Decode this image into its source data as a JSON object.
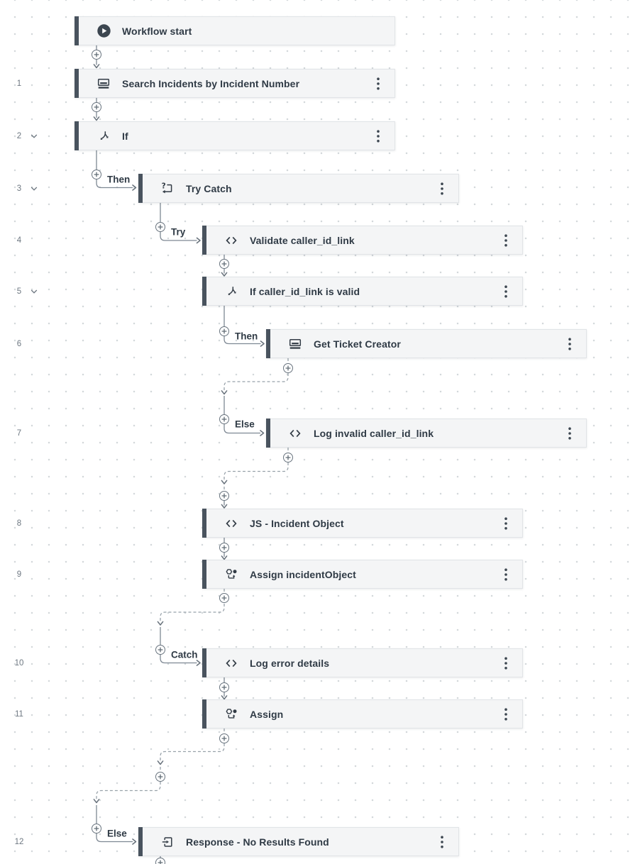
{
  "app": {
    "name": "workflow-designer-canvas"
  },
  "colors": {
    "card_background": "#f4f5f6",
    "card_border": "#e1e4e7",
    "card_accent_bar": "#49535e",
    "title_text": "#2f3a45",
    "connector_solid": "#7e8893",
    "connector_dashed": "#98a2aa",
    "row_number_text": "#6d7781",
    "grid_dot": "#d3d8db"
  },
  "icons": {
    "add_step": "plus-circle-icon",
    "step_menu": "kebab-menu-icon",
    "collapse": "chevron-down-icon"
  },
  "nodes": [
    {
      "id": "workflow-start",
      "title": "Workflow start",
      "icon": "play-icon",
      "row_number": null,
      "has_menu": false,
      "collapsible": false,
      "branch_label": null
    },
    {
      "id": "search-incidents",
      "title": "Search Incidents by Incident Number",
      "icon": "record-lookup-icon",
      "row_number": "1",
      "has_menu": true,
      "collapsible": false,
      "branch_label": null
    },
    {
      "id": "if",
      "title": "If",
      "icon": "branch-icon",
      "row_number": "2",
      "has_menu": true,
      "collapsible": true,
      "branch_label": null
    },
    {
      "id": "try-catch",
      "title": "Try Catch",
      "icon": "try-catch-icon",
      "row_number": "3",
      "has_menu": true,
      "collapsible": true,
      "branch_label": "Then"
    },
    {
      "id": "validate-caller-id-link",
      "title": "Validate caller_id_link",
      "icon": "code-icon",
      "row_number": "4",
      "has_menu": true,
      "collapsible": false,
      "branch_label": "Try"
    },
    {
      "id": "if-caller-id-link-is-valid",
      "title": "If caller_id_link is valid",
      "icon": "branch-icon",
      "row_number": "5",
      "has_menu": true,
      "collapsible": true,
      "branch_label": null
    },
    {
      "id": "get-ticket-creator",
      "title": "Get Ticket Creator",
      "icon": "record-lookup-icon",
      "row_number": "6",
      "has_menu": true,
      "collapsible": false,
      "branch_label": "Then"
    },
    {
      "id": "log-invalid-caller-id-link",
      "title": "Log invalid caller_id_link",
      "icon": "code-icon",
      "row_number": "7",
      "has_menu": true,
      "collapsible": false,
      "branch_label": "Else"
    },
    {
      "id": "js-incident-object",
      "title": "JS - Incident Object",
      "icon": "code-icon",
      "row_number": "8",
      "has_menu": true,
      "collapsible": false,
      "branch_label": null
    },
    {
      "id": "assign-incident-object",
      "title": "Assign incidentObject",
      "icon": "assign-icon",
      "row_number": "9",
      "has_menu": true,
      "collapsible": false,
      "branch_label": null
    },
    {
      "id": "log-error-details",
      "title": "Log error details",
      "icon": "code-icon",
      "row_number": "10",
      "has_menu": true,
      "collapsible": false,
      "branch_label": "Catch"
    },
    {
      "id": "assign",
      "title": "Assign",
      "icon": "assign-icon",
      "row_number": "11",
      "has_menu": true,
      "collapsible": false,
      "branch_label": null
    },
    {
      "id": "response-no-results-found",
      "title": "Response - No Results Found",
      "icon": "response-icon",
      "row_number": "12",
      "has_menu": true,
      "collapsible": false,
      "branch_label": "Else"
    }
  ]
}
